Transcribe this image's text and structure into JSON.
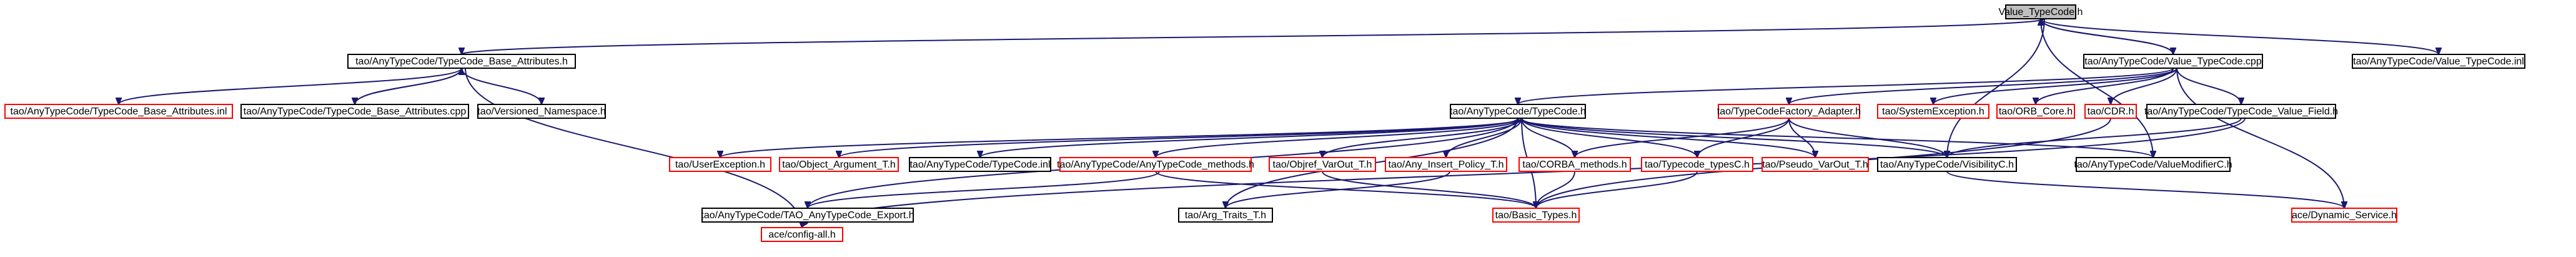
{
  "diagram": {
    "type": "include-dependency-graph",
    "colors": {
      "edge": "#191970",
      "internal_border": "#000000",
      "external_border": "#ff0000",
      "root_fill": "#bfbfbf",
      "background": "#ffffff"
    },
    "nodes": [
      {
        "id": "value_typecode_h",
        "label": "Value_TypeCode.h",
        "kind": "root"
      },
      {
        "id": "base_attributes_h",
        "label": "tao/AnyTypeCode/TypeCode_Base_Attributes.h",
        "kind": "internal"
      },
      {
        "id": "value_typecode_cpp",
        "label": "tao/AnyTypeCode/Value_TypeCode.cpp",
        "kind": "internal"
      },
      {
        "id": "value_typecode_inl",
        "label": "tao/AnyTypeCode/Value_TypeCode.inl",
        "kind": "internal"
      },
      {
        "id": "base_attributes_inl",
        "label": "tao/AnyTypeCode/TypeCode_Base_Attributes.inl",
        "kind": "external"
      },
      {
        "id": "base_attributes_cpp",
        "label": "tao/AnyTypeCode/TypeCode_Base_Attributes.cpp",
        "kind": "internal"
      },
      {
        "id": "versioned_namespace_h",
        "label": "tao/Versioned_Namespace.h",
        "kind": "internal"
      },
      {
        "id": "typecode_h",
        "label": "tao/AnyTypeCode/TypeCode.h",
        "kind": "internal"
      },
      {
        "id": "typecodefactory_adapter_h",
        "label": "tao/TypeCodeFactory_Adapter.h",
        "kind": "external"
      },
      {
        "id": "systemexception_h",
        "label": "tao/SystemException.h",
        "kind": "external"
      },
      {
        "id": "orb_core_h",
        "label": "tao/ORB_Core.h",
        "kind": "external"
      },
      {
        "id": "cdr_h",
        "label": "tao/CDR.h",
        "kind": "external"
      },
      {
        "id": "value_field_h",
        "label": "tao/AnyTypeCode/TypeCode_Value_Field.h",
        "kind": "internal"
      },
      {
        "id": "userexception_h",
        "label": "tao/UserException.h",
        "kind": "external"
      },
      {
        "id": "object_argument_t_h",
        "label": "tao/Object_Argument_T.h",
        "kind": "external"
      },
      {
        "id": "typecode_inl",
        "label": "tao/AnyTypeCode/TypeCode.inl",
        "kind": "internal"
      },
      {
        "id": "anytypecode_methods_h",
        "label": "tao/AnyTypeCode/AnyTypeCode_methods.h",
        "kind": "external"
      },
      {
        "id": "objref_varout_t_h",
        "label": "tao/Objref_VarOut_T.h",
        "kind": "external"
      },
      {
        "id": "any_insert_policy_t_h",
        "label": "tao/Any_Insert_Policy_T.h",
        "kind": "external"
      },
      {
        "id": "corba_methods_h",
        "label": "tao/CORBA_methods.h",
        "kind": "external"
      },
      {
        "id": "typecode_typesc_h",
        "label": "tao/Typecode_typesC.h",
        "kind": "external"
      },
      {
        "id": "pseudo_varout_t_h",
        "label": "tao/Pseudo_VarOut_T.h",
        "kind": "external"
      },
      {
        "id": "visibilityc_h",
        "label": "tao/AnyTypeCode/VisibilityC.h",
        "kind": "internal"
      },
      {
        "id": "valuemodifierc_h",
        "label": "tao/AnyTypeCode/ValueModifierC.h",
        "kind": "internal"
      },
      {
        "id": "tao_anytypecode_export_h",
        "label": "tao/AnyTypeCode/TAO_AnyTypeCode_Export.h",
        "kind": "internal"
      },
      {
        "id": "arg_traits_t_h",
        "label": "tao/Arg_Traits_T.h",
        "kind": "internal"
      },
      {
        "id": "basic_types_h",
        "label": "tao/Basic_Types.h",
        "kind": "external"
      },
      {
        "id": "dynamic_service_h",
        "label": "ace/Dynamic_Service.h",
        "kind": "external"
      },
      {
        "id": "config_all_h",
        "label": "ace/config-all.h",
        "kind": "external"
      }
    ],
    "edges": [
      {
        "from": "value_typecode_h",
        "to": "base_attributes_h"
      },
      {
        "from": "value_typecode_h",
        "to": "value_typecode_cpp"
      },
      {
        "from": "value_typecode_cpp",
        "to": "value_typecode_h"
      },
      {
        "from": "value_typecode_h",
        "to": "value_typecode_inl"
      },
      {
        "from": "value_typecode_h",
        "to": "visibilityc_h"
      },
      {
        "from": "value_typecode_h",
        "to": "valuemodifierc_h"
      },
      {
        "from": "base_attributes_h",
        "to": "base_attributes_inl"
      },
      {
        "from": "base_attributes_h",
        "to": "base_attributes_cpp"
      },
      {
        "from": "base_attributes_cpp",
        "to": "base_attributes_h"
      },
      {
        "from": "base_attributes_h",
        "to": "versioned_namespace_h"
      },
      {
        "from": "base_attributes_h",
        "to": "config_all_h"
      },
      {
        "from": "value_typecode_cpp",
        "to": "typecode_h"
      },
      {
        "from": "value_typecode_cpp",
        "to": "typecodefactory_adapter_h"
      },
      {
        "from": "value_typecode_cpp",
        "to": "systemexception_h"
      },
      {
        "from": "value_typecode_cpp",
        "to": "orb_core_h"
      },
      {
        "from": "value_typecode_cpp",
        "to": "cdr_h"
      },
      {
        "from": "value_typecode_cpp",
        "to": "value_field_h"
      },
      {
        "from": "value_typecode_cpp",
        "to": "dynamic_service_h"
      },
      {
        "from": "typecode_h",
        "to": "userexception_h"
      },
      {
        "from": "typecode_h",
        "to": "object_argument_t_h"
      },
      {
        "from": "typecode_h",
        "to": "typecode_inl"
      },
      {
        "from": "typecode_h",
        "to": "anytypecode_methods_h"
      },
      {
        "from": "typecode_h",
        "to": "objref_varout_t_h"
      },
      {
        "from": "typecode_h",
        "to": "any_insert_policy_t_h"
      },
      {
        "from": "typecode_h",
        "to": "corba_methods_h"
      },
      {
        "from": "typecode_h",
        "to": "typecode_typesc_h"
      },
      {
        "from": "typecode_h",
        "to": "pseudo_varout_t_h"
      },
      {
        "from": "typecode_h",
        "to": "visibilityc_h"
      },
      {
        "from": "typecode_h",
        "to": "valuemodifierc_h"
      },
      {
        "from": "typecode_h",
        "to": "tao_anytypecode_export_h"
      },
      {
        "from": "typecode_h",
        "to": "arg_traits_t_h"
      },
      {
        "from": "typecode_h",
        "to": "basic_types_h"
      },
      {
        "from": "typecodefactory_adapter_h",
        "to": "corba_methods_h"
      },
      {
        "from": "typecodefactory_adapter_h",
        "to": "typecode_typesc_h"
      },
      {
        "from": "typecodefactory_adapter_h",
        "to": "pseudo_varout_t_h"
      },
      {
        "from": "typecodefactory_adapter_h",
        "to": "visibilityc_h"
      },
      {
        "from": "cdr_h",
        "to": "basic_types_h"
      },
      {
        "from": "value_field_h",
        "to": "visibilityc_h"
      },
      {
        "from": "value_field_h",
        "to": "config_all_h"
      },
      {
        "from": "anytypecode_methods_h",
        "to": "tao_anytypecode_export_h"
      },
      {
        "from": "anytypecode_methods_h",
        "to": "basic_types_h"
      },
      {
        "from": "objref_varout_t_h",
        "to": "basic_types_h"
      },
      {
        "from": "any_insert_policy_t_h",
        "to": "arg_traits_t_h"
      },
      {
        "from": "corba_methods_h",
        "to": "basic_types_h"
      },
      {
        "from": "typecode_typesc_h",
        "to": "basic_types_h"
      },
      {
        "from": "visibilityc_h",
        "to": "dynamic_service_h"
      },
      {
        "from": "tao_anytypecode_export_h",
        "to": "config_all_h"
      }
    ]
  }
}
